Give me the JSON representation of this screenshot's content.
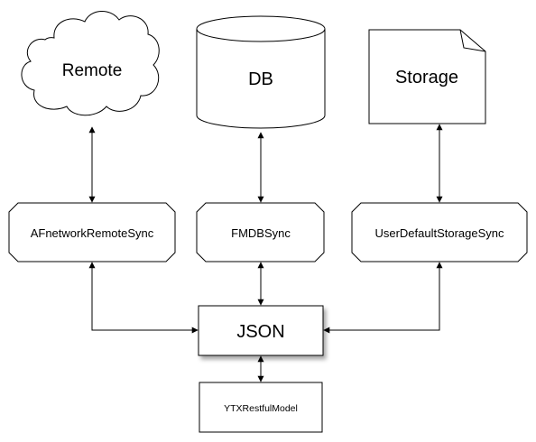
{
  "nodes": {
    "remote": {
      "label": "Remote",
      "shape": "cloud"
    },
    "db": {
      "label": "DB",
      "shape": "cylinder"
    },
    "storage": {
      "label": "Storage",
      "shape": "document"
    },
    "remote_sync": {
      "label": "AFnetworkRemoteSync",
      "shape": "octagon"
    },
    "db_sync": {
      "label": "FMDBSync",
      "shape": "octagon"
    },
    "storage_sync": {
      "label": "UserDefaultStorageSync",
      "shape": "octagon"
    },
    "json": {
      "label": "JSON",
      "shape": "shadowed-box"
    },
    "model": {
      "label": "YTXRestfulModel",
      "shape": "rectangle"
    }
  },
  "edges": [
    {
      "from": "remote",
      "to": "remote_sync",
      "arrows": "both"
    },
    {
      "from": "db",
      "to": "db_sync",
      "arrows": "both"
    },
    {
      "from": "storage",
      "to": "storage_sync",
      "arrows": "both"
    },
    {
      "from": "remote_sync",
      "to": "json",
      "arrows": "both"
    },
    {
      "from": "db_sync",
      "to": "json",
      "arrows": "both"
    },
    {
      "from": "storage_sync",
      "to": "json",
      "arrows": "both"
    },
    {
      "from": "json",
      "to": "model",
      "arrows": "both"
    }
  ]
}
